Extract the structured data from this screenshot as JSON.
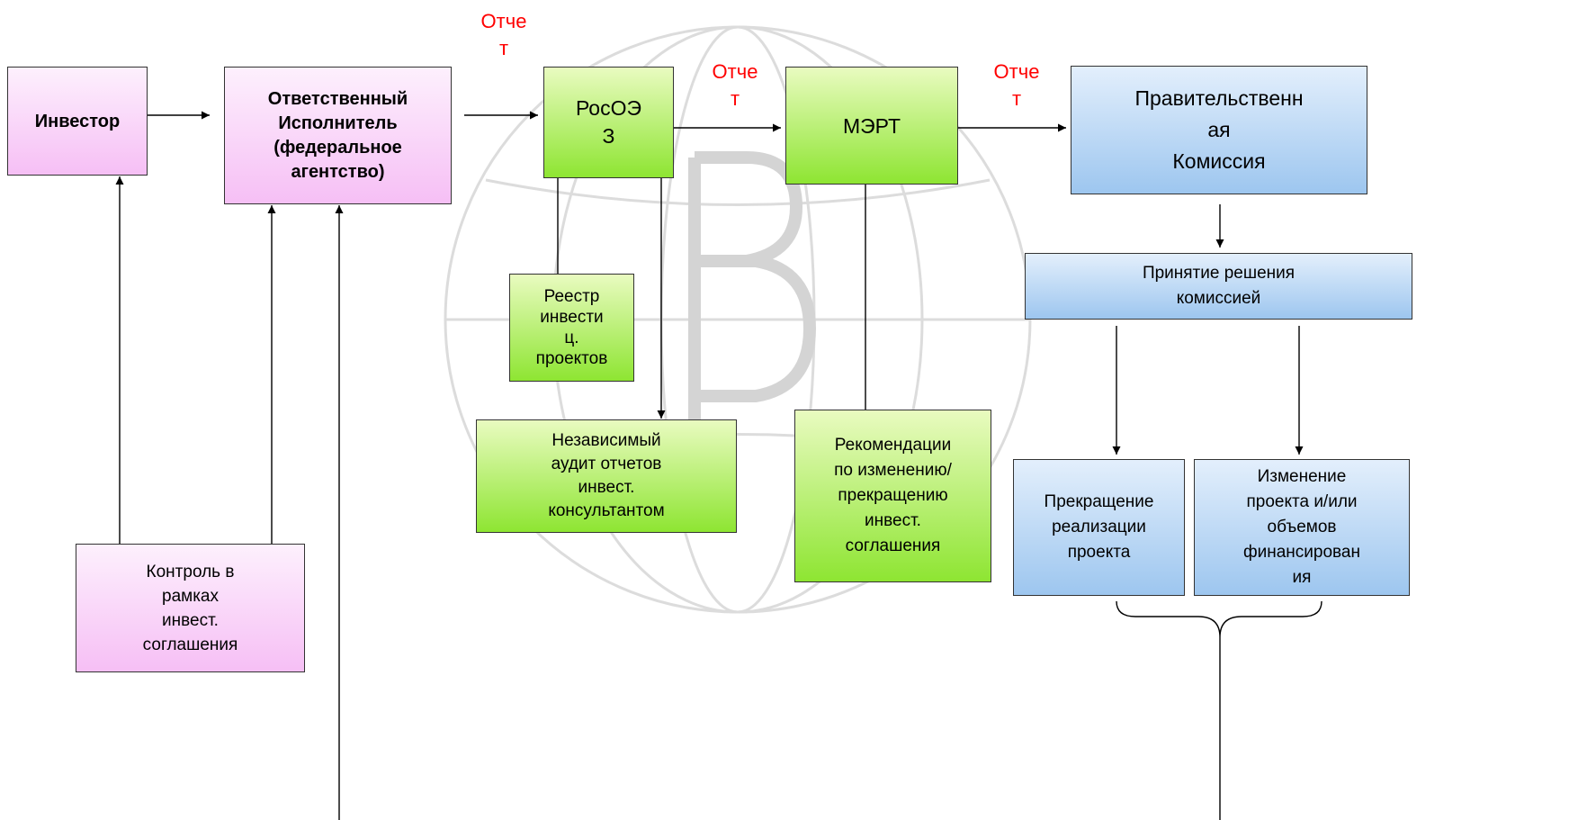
{
  "colors": {
    "pink": "#f6bff5",
    "green": "#8ee532",
    "blue": "#9dc6ef",
    "label_red": "#ff0000",
    "watermark": "#dcdcdc"
  },
  "watermark": {
    "icon": "globe-logo-watermark"
  },
  "nodes": {
    "investor": "Инвестор",
    "executor": "Ответственный\nИсполнитель\n(федеральное\nагентство)",
    "control": "Контроль в\nрамках\nинвест.\nсоглашения",
    "rosoez": "РосОЭ\nЗ",
    "registry": "Реестр\nинвести\nц.\nпроектов",
    "audit": "Независимый\nаудит отчетов\nинвест.\nконсультантом",
    "mert": "МЭРТ",
    "recommendations": "Рекомендации\nпо изменению/\nпрекращению\nинвест.\nсоглашения",
    "commission": "Правительственн\nая\nКомиссия",
    "decision": "Принятие решения\nкомиссией",
    "termination": "Прекращение\nреализации\nпроекта",
    "change": "Изменение\nпроекта и/или\nобъемов\nфинансирован\nия"
  },
  "edge_labels": {
    "report_1": "Отче\nт",
    "report_2": "Отче\nт",
    "report_3": "Отче\nт"
  }
}
